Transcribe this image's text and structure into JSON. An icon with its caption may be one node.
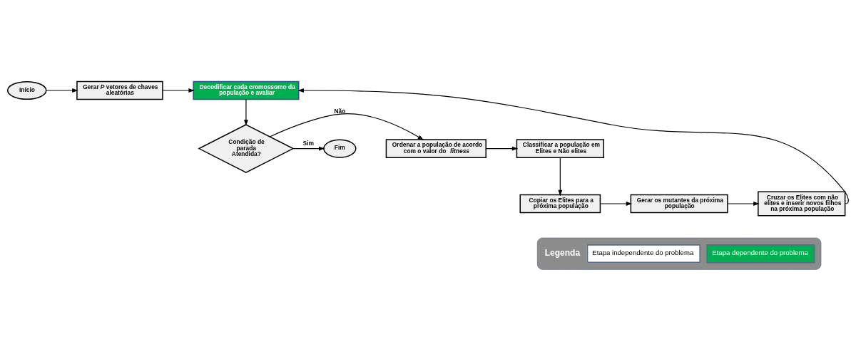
{
  "diagram": {
    "nodes": [
      {
        "text": [
          "Início"
        ]
      },
      {
        "text": [
          "Gerar *P* vetores de chaves aleatórias"
        ]
      },
      {
        "text": [
          "Decodificar cada cromossomo da população e avaliar"
        ]
      },
      {
        "text": [
          "Condição de parada Atendida?"
        ]
      },
      {
        "text": [
          "Fim"
        ]
      },
      {
        "text": [
          "Ordenar a população de acordo com o valor do *fitness*"
        ]
      },
      {
        "text": [
          "Classificar a população em Elites e Não elites"
        ]
      },
      {
        "text": [
          "Copiar os Elites para a próxima população"
        ]
      },
      {
        "text": [
          "Gerar os mutantes da próxima população"
        ]
      },
      {
        "text": [
          "Cruzar os Elites com não elites e inserir novos filhos na próxima população"
        ]
      }
    ],
    "edges": [
      {
        "from": 0,
        "to": 1,
        "arrow": "to"
      },
      {
        "from": 1,
        "to": 2,
        "arrow": "to"
      },
      {
        "from": 2,
        "to": 3,
        "arrow": "to"
      },
      {
        "from": 3,
        "to": 5,
        "label": "Não",
        "arrow": "to"
      },
      {
        "from": 3,
        "to": 4,
        "label": "Sim",
        "arrow": "to"
      },
      {
        "from": 5,
        "to": 6,
        "arrow": "to"
      },
      {
        "from": 6,
        "to": 7,
        "arrow": "to"
      },
      {
        "from": 7,
        "to": 8,
        "arrow": "to"
      },
      {
        "from": 8,
        "to": 9,
        "arrow": "to"
      },
      {
        "from": 9,
        "to": 2,
        "arrow": "to"
      }
    ],
    "labels": [
      "Legenda"
    ],
    "legend": [
      {
        "text": "Etapa independente do problema",
        "color": "#ffffff"
      },
      {
        "text": "Etapa dependente do problema",
        "color": "#00b050"
      }
    ]
  }
}
